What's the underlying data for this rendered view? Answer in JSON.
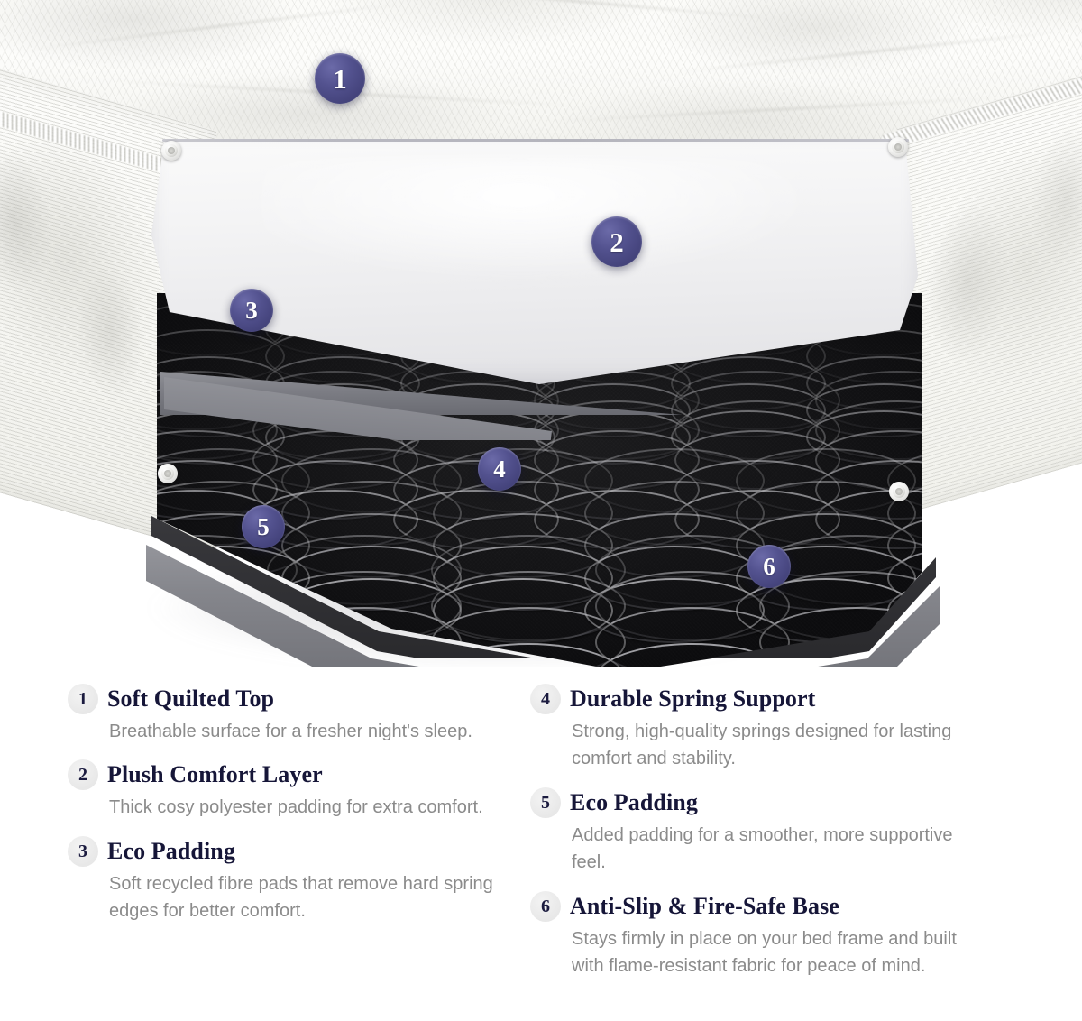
{
  "hero": {
    "alt": "Cut-away cross-section of a spring mattress showing its internal layers",
    "marker_color": "#4a4a85",
    "markers": [
      {
        "id": "1",
        "label": "1",
        "target": "Soft Quilted Top"
      },
      {
        "id": "2",
        "label": "2",
        "target": "Plush Comfort Layer"
      },
      {
        "id": "3",
        "label": "3",
        "target": "Eco Padding"
      },
      {
        "id": "4",
        "label": "4",
        "target": "Durable Spring Support"
      },
      {
        "id": "5",
        "label": "5",
        "target": "Eco Padding"
      },
      {
        "id": "6",
        "label": "6",
        "target": "Anti-Slip & Fire-Safe Base"
      }
    ]
  },
  "features": {
    "heading_color": "#161638",
    "body_color": "#8b8b8b",
    "badge_bg": "#ececec",
    "left": [
      {
        "number": "1",
        "title": "Soft Quilted Top",
        "description": "Breathable surface for a fresher night's sleep."
      },
      {
        "number": "2",
        "title": "Plush Comfort Layer",
        "description": "Thick cosy polyester padding for extra comfort."
      },
      {
        "number": "3",
        "title": "Eco Padding",
        "description": "Soft recycled fibre pads that remove hard spring edges for better comfort."
      }
    ],
    "right": [
      {
        "number": "4",
        "title": "Durable Spring Support",
        "description": "Strong, high-quality springs designed for lasting comfort and stability."
      },
      {
        "number": "5",
        "title": "Eco Padding",
        "description": "Added padding for a smoother, more supportive feel."
      },
      {
        "number": "6",
        "title": "Anti-Slip & Fire-Safe Base",
        "description": "Stays firmly in place on your bed frame and built with flame-resistant fabric for peace of mind."
      }
    ]
  }
}
